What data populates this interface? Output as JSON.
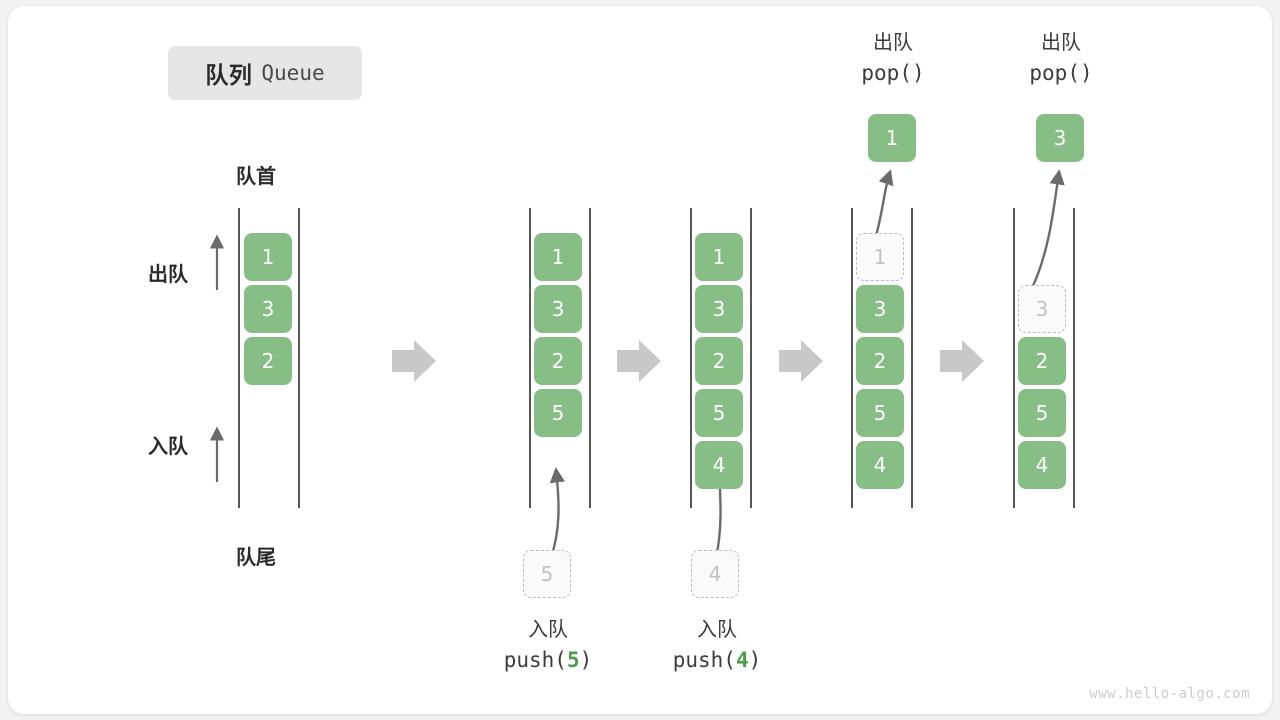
{
  "title": {
    "cn": "队列",
    "en": "Queue"
  },
  "labels": {
    "front": "队首",
    "rear": "队尾",
    "dequeue": "出队",
    "enqueue": "入队"
  },
  "operations": {
    "push5": {
      "cn": "入队",
      "code_prefix": "push(",
      "num": "5",
      "code_suffix": ")"
    },
    "push4": {
      "cn": "入队",
      "code_prefix": "push(",
      "num": "4",
      "code_suffix": ")"
    },
    "pop1": {
      "cn": "出队",
      "code": "pop()"
    },
    "pop2": {
      "cn": "出队",
      "code": "pop()"
    }
  },
  "stages": [
    {
      "name": "initial",
      "items": [
        "1",
        "3",
        "2"
      ]
    },
    {
      "name": "after-push-5",
      "items": [
        "1",
        "3",
        "2",
        "5"
      ]
    },
    {
      "name": "after-push-4",
      "items": [
        "1",
        "3",
        "2",
        "5",
        "4"
      ]
    },
    {
      "name": "pop-first",
      "items": [
        "1",
        "3",
        "2",
        "5",
        "4"
      ],
      "ghost_index": 0,
      "popped": "1"
    },
    {
      "name": "pop-second",
      "items": [
        "3",
        "2",
        "5",
        "4"
      ],
      "ghost_index": 0,
      "popped": "3"
    }
  ],
  "incoming": {
    "five": "5",
    "four": "4"
  },
  "popped": {
    "first": "1",
    "second": "3"
  },
  "column1": {
    "v0": "1",
    "v1": "3",
    "v2": "2"
  },
  "column2": {
    "v0": "1",
    "v1": "3",
    "v2": "2",
    "v3": "5"
  },
  "column3": {
    "v0": "1",
    "v1": "3",
    "v2": "2",
    "v3": "5",
    "v4": "4"
  },
  "column4": {
    "v0": "1",
    "v1": "3",
    "v2": "2",
    "v3": "5",
    "v4": "4"
  },
  "column5": {
    "v0": "3",
    "v1": "2",
    "v2": "5",
    "v3": "4"
  },
  "watermark": "www.hello-algo.com",
  "colors": {
    "element": "#86be86",
    "ghost_border": "#bcbcbc",
    "rail": "#555555",
    "arrow": "#6b6b6b",
    "step_arrow": "#c8c8c8",
    "accent_num": "#4a9c4a"
  }
}
